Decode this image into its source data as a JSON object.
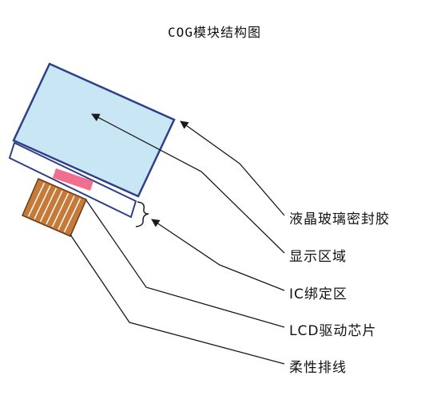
{
  "title": "COG模块结构图",
  "labels": {
    "glass_seal": "液晶玻璃密封胶",
    "display_area": "显示区域",
    "ic_bonding": "IC绑定区",
    "lcd_driver_chip": "LCD驱动芯片",
    "fpc": "柔性排线"
  },
  "colors": {
    "display_glass": "#c9e6f5",
    "glass_edge": "#2f3f8a",
    "driver_chip": "#f06f8f",
    "fpc_fill": "#c47a3a",
    "fpc_trace": "#fff3e4",
    "leader": "#1a1a1a"
  }
}
